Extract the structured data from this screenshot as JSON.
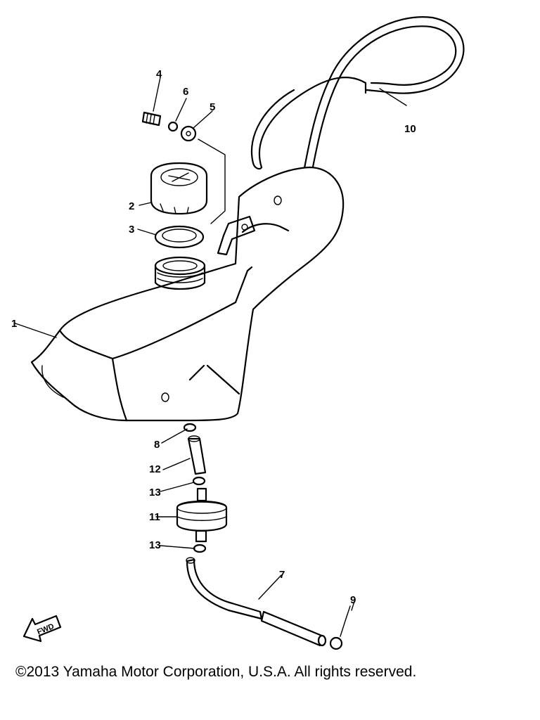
{
  "labels": {
    "p1": "1",
    "p2": "2",
    "p3": "3",
    "p4": "4",
    "p5": "5",
    "p6": "6",
    "p7": "7",
    "p8": "8",
    "p9": "9",
    "p10": "10",
    "p11": "11",
    "p12": "12",
    "p13a": "13",
    "p13b": "13"
  },
  "fwd": "FWD",
  "copyright": "©2013 Yamaha Motor Corporation, U.S.A. All rights reserved."
}
